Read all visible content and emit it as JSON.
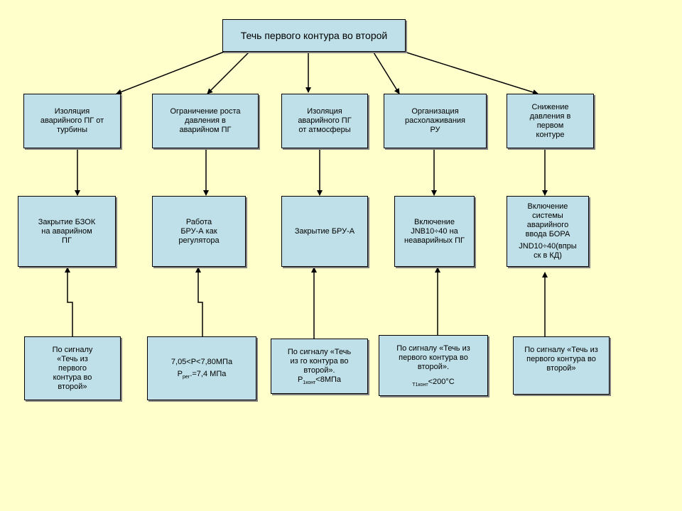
{
  "title": "Течь первого контура во второй",
  "goals": [
    "Изоляция\nаварийного ПГ от\nтурбины",
    "Ограничение роста\nдавления в\nаварийном ПГ",
    "Изоляция\nаварийного ПГ\nот атмосферы",
    "Организация\nрасхолаживания\nРУ",
    "Снижение\nдавления в\nпервом\nконтуре"
  ],
  "actions": [
    "Закрытие БЗОК\nна аварийном\nПГ",
    "Работа\nБРУ-А как\nрегулятора",
    "Закрытие БРУ-А",
    "Включение\nJNB10÷40 на\nнеаварийных ПГ",
    "Включение\nсистемы\nаварийного\nввода БОРА"
  ],
  "action5_extra": "JND10÷40(впры\nск в КД)",
  "signals": {
    "s1": "По сигналу\n«Течь из\nпервого\nконтура во\nвторой»",
    "s2_line1": "7,05<P<7,80МПа",
    "s2_line2_pre": "P",
    "s2_line2_sub": "рег",
    "s2_line2_post": ".=7,4 МПа",
    "s3_text": "По сигналу «Течь\nиз го контура во\nвторой».",
    "s3_sym": "P",
    "s3_sub": "1конт",
    "s3_post": "<8МПа",
    "s4_text": "По сигналу «Течь из\nпервого контура во\nвторой».",
    "s4_sub": "T1конт",
    "s4_post": "<200°С",
    "s5": "По сигналу «Течь из\nпервого контура во\nвторой»"
  }
}
